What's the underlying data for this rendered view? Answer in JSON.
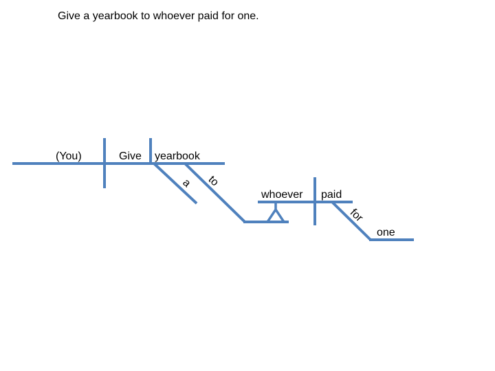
{
  "sentence": {
    "text": "Give a yearbook to whoever paid for one."
  },
  "colors": {
    "line": "#4F81BD",
    "text": "#000000"
  },
  "diagram": {
    "main_clause": {
      "subject": "(You)",
      "verb": "Give",
      "direct_object": "yearbook",
      "article": "a"
    },
    "prepositional": {
      "preposition": "to"
    },
    "noun_clause": {
      "subject": "whoever",
      "verb": "paid",
      "preposition": "for",
      "object": "one"
    }
  }
}
